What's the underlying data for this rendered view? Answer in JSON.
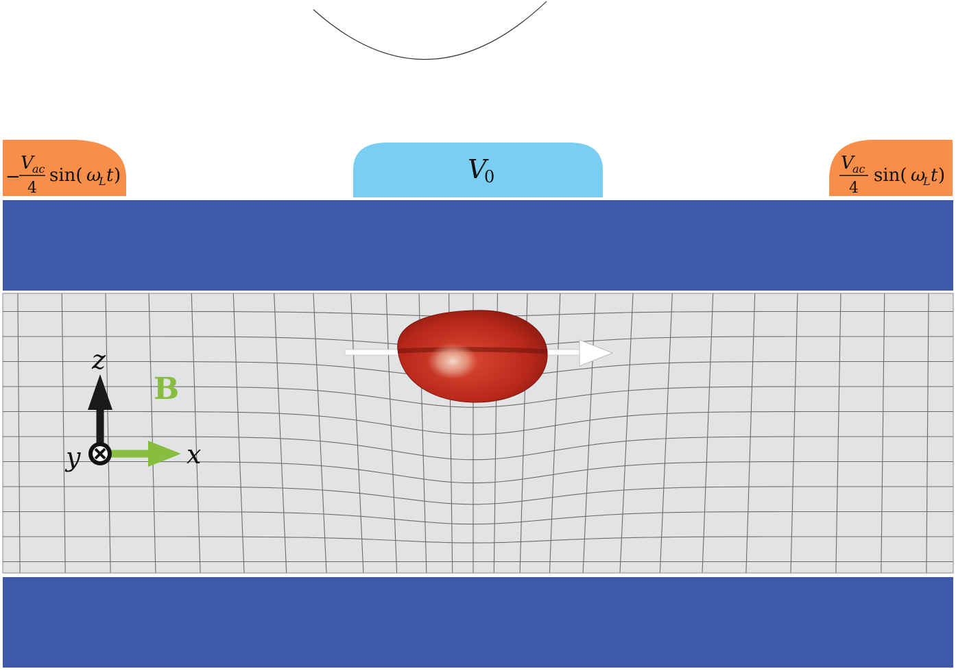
{
  "colors": {
    "dielectric": "#3D59A8",
    "channel": "#E2E3E5",
    "grid": "#6E6A6C",
    "side_gate": "#F78F4A",
    "plunger_gate": "#7ACEF2",
    "dot": "#B7281A",
    "field_arrow": "#87BE3F",
    "axis": "#1A1A1A"
  },
  "gates": {
    "left": {
      "sign": "−",
      "numerator_base": "V",
      "numerator_sub": "ac",
      "denominator": "4",
      "func": "sin(",
      "omega": "ω",
      "omega_sub": "L",
      "var": "t",
      "close": ")"
    },
    "center": {
      "base": "V",
      "sub": "0"
    },
    "right": {
      "numerator_base": "V",
      "numerator_sub": "ac",
      "denominator": "4",
      "func": "sin(",
      "omega": "ω",
      "omega_sub": "L",
      "var": "t",
      "close": ")"
    }
  },
  "axes": {
    "z": "z",
    "x": "x",
    "y": "y"
  },
  "field": {
    "label": "B"
  },
  "icons": {
    "tip": "tip-arc",
    "dot": "quantum-dot-blob",
    "motion": "motion-arrow-x",
    "y_axis": "circle-cross-icon"
  }
}
